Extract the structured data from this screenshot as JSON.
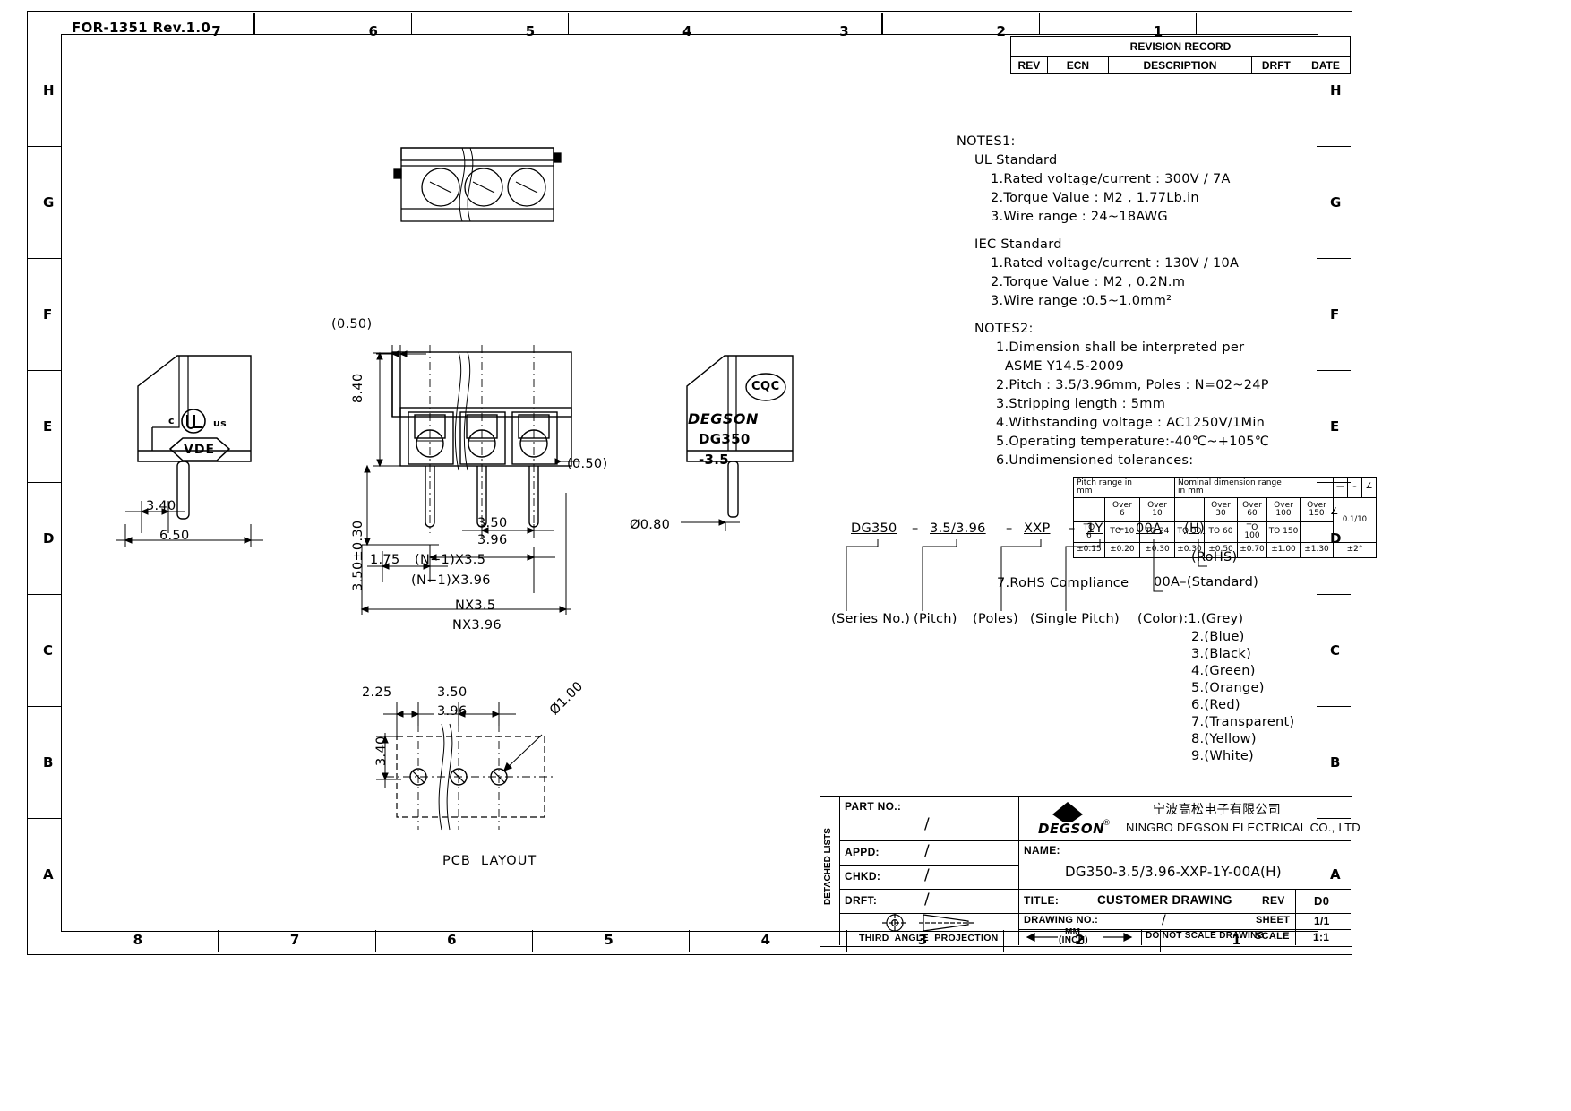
{
  "sheet": {
    "form_no": "FOR-1351 Rev.1.0",
    "zones_top": [
      "7",
      "6",
      "5",
      "4",
      "3",
      "2",
      "1"
    ],
    "zones_bottom": [
      "8",
      "7",
      "6",
      "5",
      "4",
      "3",
      "2",
      "1"
    ],
    "zones_side": [
      "H",
      "G",
      "F",
      "E",
      "D",
      "C",
      "B",
      "A"
    ]
  },
  "revision": {
    "title": "REVISION  RECORD",
    "headers": [
      "REV",
      "ECN",
      "DESCRIPTION",
      "DRFT",
      "DATE"
    ],
    "rows": [
      [
        "",
        "",
        "",
        "",
        ""
      ]
    ]
  },
  "notes1": {
    "heading": "NOTES1:",
    "groups": [
      {
        "name": "UL Standard",
        "items": [
          "1.Rated voltage/current : 300V / 7A",
          "2.Torque Value : M2 , 1.77Lb.in",
          "3.Wire range : 24~18AWG"
        ]
      },
      {
        "name": "IEC Standard",
        "items": [
          "1.Rated voltage/current : 130V / 10A",
          "2.Torque Value : M2 , 0.2N.m",
          "3.Wire range :0.5~1.0mm²"
        ]
      }
    ]
  },
  "notes2": {
    "heading": "NOTES2:",
    "items": [
      "1.Dimension shall be interpreted per",
      "  ASME Y14.5-2009",
      "2.Pitch : 3.5/3.96mm, Poles : N=02~24P",
      "3.Stripping length : 5mm",
      "4.Withstanding voltage : AC1250V/1Min",
      "5.Operating temperature:-40℃~+105℃",
      "6.Undimensioned tolerances:"
    ],
    "item7": "7.RoHS Compliance"
  },
  "tolerance_table": {
    "header_left": "Pitch  range  in\nmm",
    "header_right": "Nominal  dimension  range\nin  mm",
    "sym_dash": "—",
    "sym_arc": "⌢",
    "sym_ang": "∠",
    "pitch_cols": [
      {
        "over": "",
        "to": "TO",
        "to_val": "6"
      },
      {
        "over": "Over\n6",
        "to": "TO",
        "to_val": "10"
      },
      {
        "over": "Over\n10",
        "to": "TO",
        "to_val": "24"
      }
    ],
    "nominal_cols": [
      {
        "over": "",
        "to": "TO",
        "to_val": "30"
      },
      {
        "over": "Over\n30",
        "to": "TO",
        "to_val": "60"
      },
      {
        "over": "Over\n60",
        "to": "TO",
        "to_val": "100"
      },
      {
        "over": "Over\n100",
        "to": "TO",
        "to_val": "150"
      },
      {
        "over": "Over\n150",
        "to": "",
        "to_val": ""
      }
    ],
    "tolerances": [
      "±0.15",
      "±0.20",
      "±0.30",
      "±0.30",
      "±0.50",
      "±0.70",
      "±1.00",
      "±1.30"
    ],
    "right_vals": [
      "0.1/10",
      "∠"
    ],
    "angle_tol": "±2°"
  },
  "part_code": {
    "segments": [
      "DG350",
      "3.5/3.96",
      "XXP",
      "1Y",
      "00A",
      "(H)"
    ],
    "separator": "–",
    "legends": [
      "(Series No.)",
      "(Pitch)",
      "(Poles)",
      "(Single Pitch)",
      "(Color):1.(Grey)"
    ],
    "rohs_label": "(RoHS)",
    "standard_label": "00A–(Standard)",
    "colors": [
      "2.(Blue)",
      "3.(Black)",
      "4.(Green)",
      "5.(Orange)",
      "6.(Red)",
      "7.(Transparent)",
      "8.(Yellow)",
      "9.(White)"
    ]
  },
  "dimensions": {
    "left_view": {
      "w1": "3.40",
      "w2": "6.50"
    },
    "front_view": {
      "gap_top": "(0.50)",
      "gap_right": "(0.50)",
      "height": "8.40",
      "pin_len": "3.50±0.30",
      "edge": "1.75",
      "pitch_a": "3.50",
      "pitch_b": "3.96",
      "span_a": "(N−1)X3.5",
      "span_b": "(N−1)X3.96",
      "total_a": "NX3.5",
      "total_b": "NX3.96"
    },
    "right_view": {
      "pin_dia": "Ø0.80"
    },
    "pcb": {
      "title": "PCB  LAYOUT",
      "d1": "2.25",
      "d2": "3.50",
      "d3": "3.96",
      "d4": "3.40",
      "hole": "Ø1.00"
    }
  },
  "marks": {
    "ul_c": "c",
    "ul_us": "us",
    "vde": "VDE",
    "cqc": "CQC",
    "brand": "DEGSON",
    "model_line1": "DG350",
    "model_line2": "-3.5"
  },
  "title_block": {
    "detached_lists": "DETACHED LISTS",
    "fields": [
      {
        "label": "PART NO.:",
        "value": "/"
      },
      {
        "label": "APPD:",
        "value": "/"
      },
      {
        "label": "CHKD:",
        "value": "/"
      },
      {
        "label": "DRFT:",
        "value": "/"
      }
    ],
    "projection_label": "THIRD  ANGLE  PROJECTION",
    "company_logo_text": "DEGSON",
    "company_reg": "®",
    "company_cn": "宁波高松电子有限公司",
    "company_en": "NINGBO DEGSON ELECTRICAL CO., LTD",
    "name_label": "NAME:",
    "name_value": "DG350-3.5/3.96-XXP-1Y-00A(H)",
    "title_label": "TITLE:",
    "title_value": "CUSTOMER DRAWING",
    "rev_label": "REV",
    "rev_value": "D0",
    "drawing_no_label": "DRAWING NO.:",
    "drawing_no_value": "/",
    "sheet_label": "SHEET",
    "sheet_value": "1/1",
    "unit_mm": "MM",
    "unit_inch": "(INCH)",
    "no_scale": "DO NOT SCALE DRAWING",
    "scale_label": "SCALE",
    "scale_value": "1:1"
  }
}
